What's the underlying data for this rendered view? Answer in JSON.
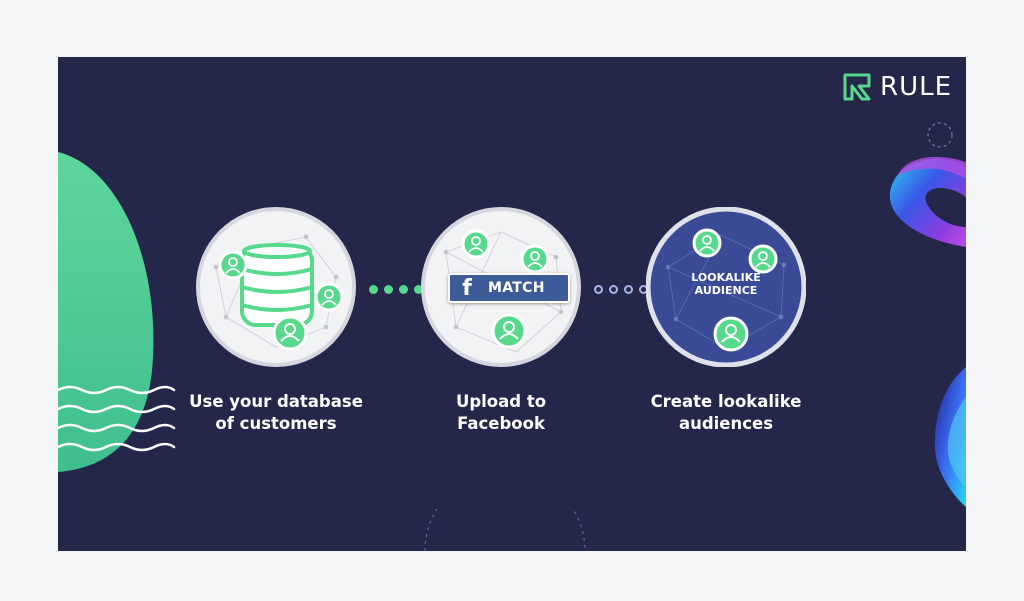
{
  "brand": {
    "name": "RULE"
  },
  "steps": [
    {
      "caption_line1": "Use your database",
      "caption_line2": "of customers",
      "icon": "database-icon"
    },
    {
      "caption_line1": "Upload to",
      "caption_line2": "Facebook",
      "banner_label": "MATCH",
      "banner_icon": "f"
    },
    {
      "caption_line1": "Create lookalike",
      "caption_line2": "audiences",
      "inner_label_line1": "LOOKALIKE",
      "inner_label_line2": "AUDIENCE"
    }
  ],
  "colors": {
    "background": "#24264a",
    "accent_green": "#57d98c",
    "facebook_blue": "#3d5a99",
    "lookalike_blue": "#3a4a96"
  }
}
